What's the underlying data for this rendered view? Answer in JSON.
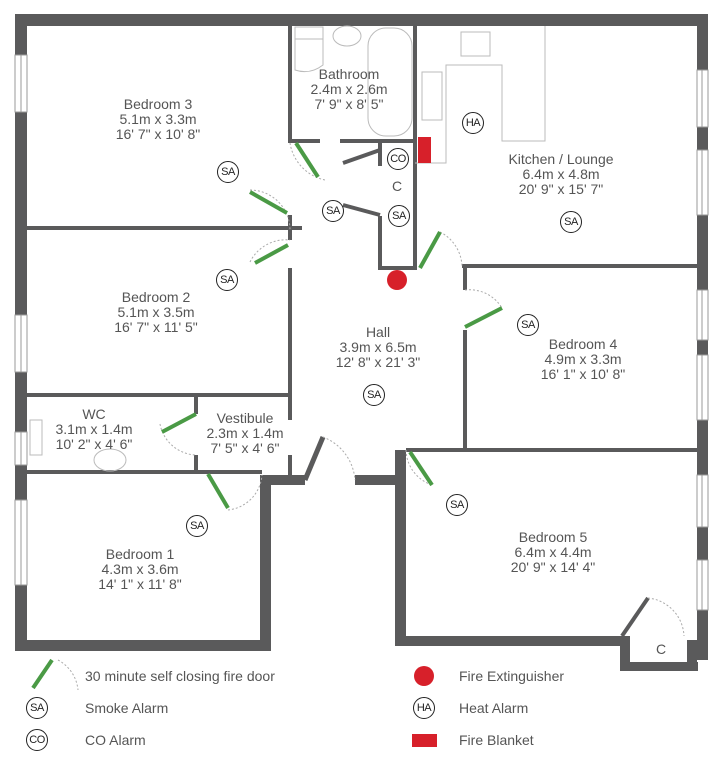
{
  "rooms": {
    "bedroom3": {
      "name": "Bedroom 3",
      "metric": "5.1m x 3.3m",
      "imperial": "16' 7\" x 10' 8\""
    },
    "bathroom": {
      "name": "Bathroom",
      "metric": "2.4m x 2.6m",
      "imperial": "7' 9\" x 8' 5\""
    },
    "kitchen": {
      "name": "Kitchen / Lounge",
      "metric": "6.4m x 4.8m",
      "imperial": "20' 9\" x 15' 7\""
    },
    "bedroom2": {
      "name": "Bedroom 2",
      "metric": "5.1m x 3.5m",
      "imperial": "16' 7\" x 11' 5\""
    },
    "hall": {
      "name": "Hall",
      "metric": "3.9m x 6.5m",
      "imperial": "12' 8\" x 21' 3\""
    },
    "bedroom4": {
      "name": "Bedroom 4",
      "metric": "4.9m x 3.3m",
      "imperial": "16' 1\" x 10' 8\""
    },
    "wc": {
      "name": "WC",
      "metric": "3.1m x 1.4m",
      "imperial": "10' 2\" x 4' 6\""
    },
    "vestibule": {
      "name": "Vestibule",
      "metric": "2.3m x 1.4m",
      "imperial": "7' 5\" x 4' 6\""
    },
    "bedroom1": {
      "name": "Bedroom 1",
      "metric": "4.3m x 3.6m",
      "imperial": "14' 1\" x 11' 8\""
    },
    "bedroom5": {
      "name": "Bedroom 5",
      "metric": "6.4m x 4.4m",
      "imperial": "20' 9\" x 14' 4\""
    }
  },
  "cupboard_label": "C",
  "markers": {
    "smoke": "SA",
    "heat": "HA",
    "co": "CO"
  },
  "legend": {
    "fire_door": "30 minute self closing fire door",
    "smoke_alarm": "Smoke Alarm",
    "co_alarm": "CO Alarm",
    "fire_extinguisher": "Fire Extinguisher",
    "heat_alarm": "Heat Alarm",
    "fire_blanket": "Fire Blanket"
  },
  "colors": {
    "wall": "#5a5a5b",
    "fire_door": "#4a9a45",
    "fire_red": "#d7202a"
  }
}
